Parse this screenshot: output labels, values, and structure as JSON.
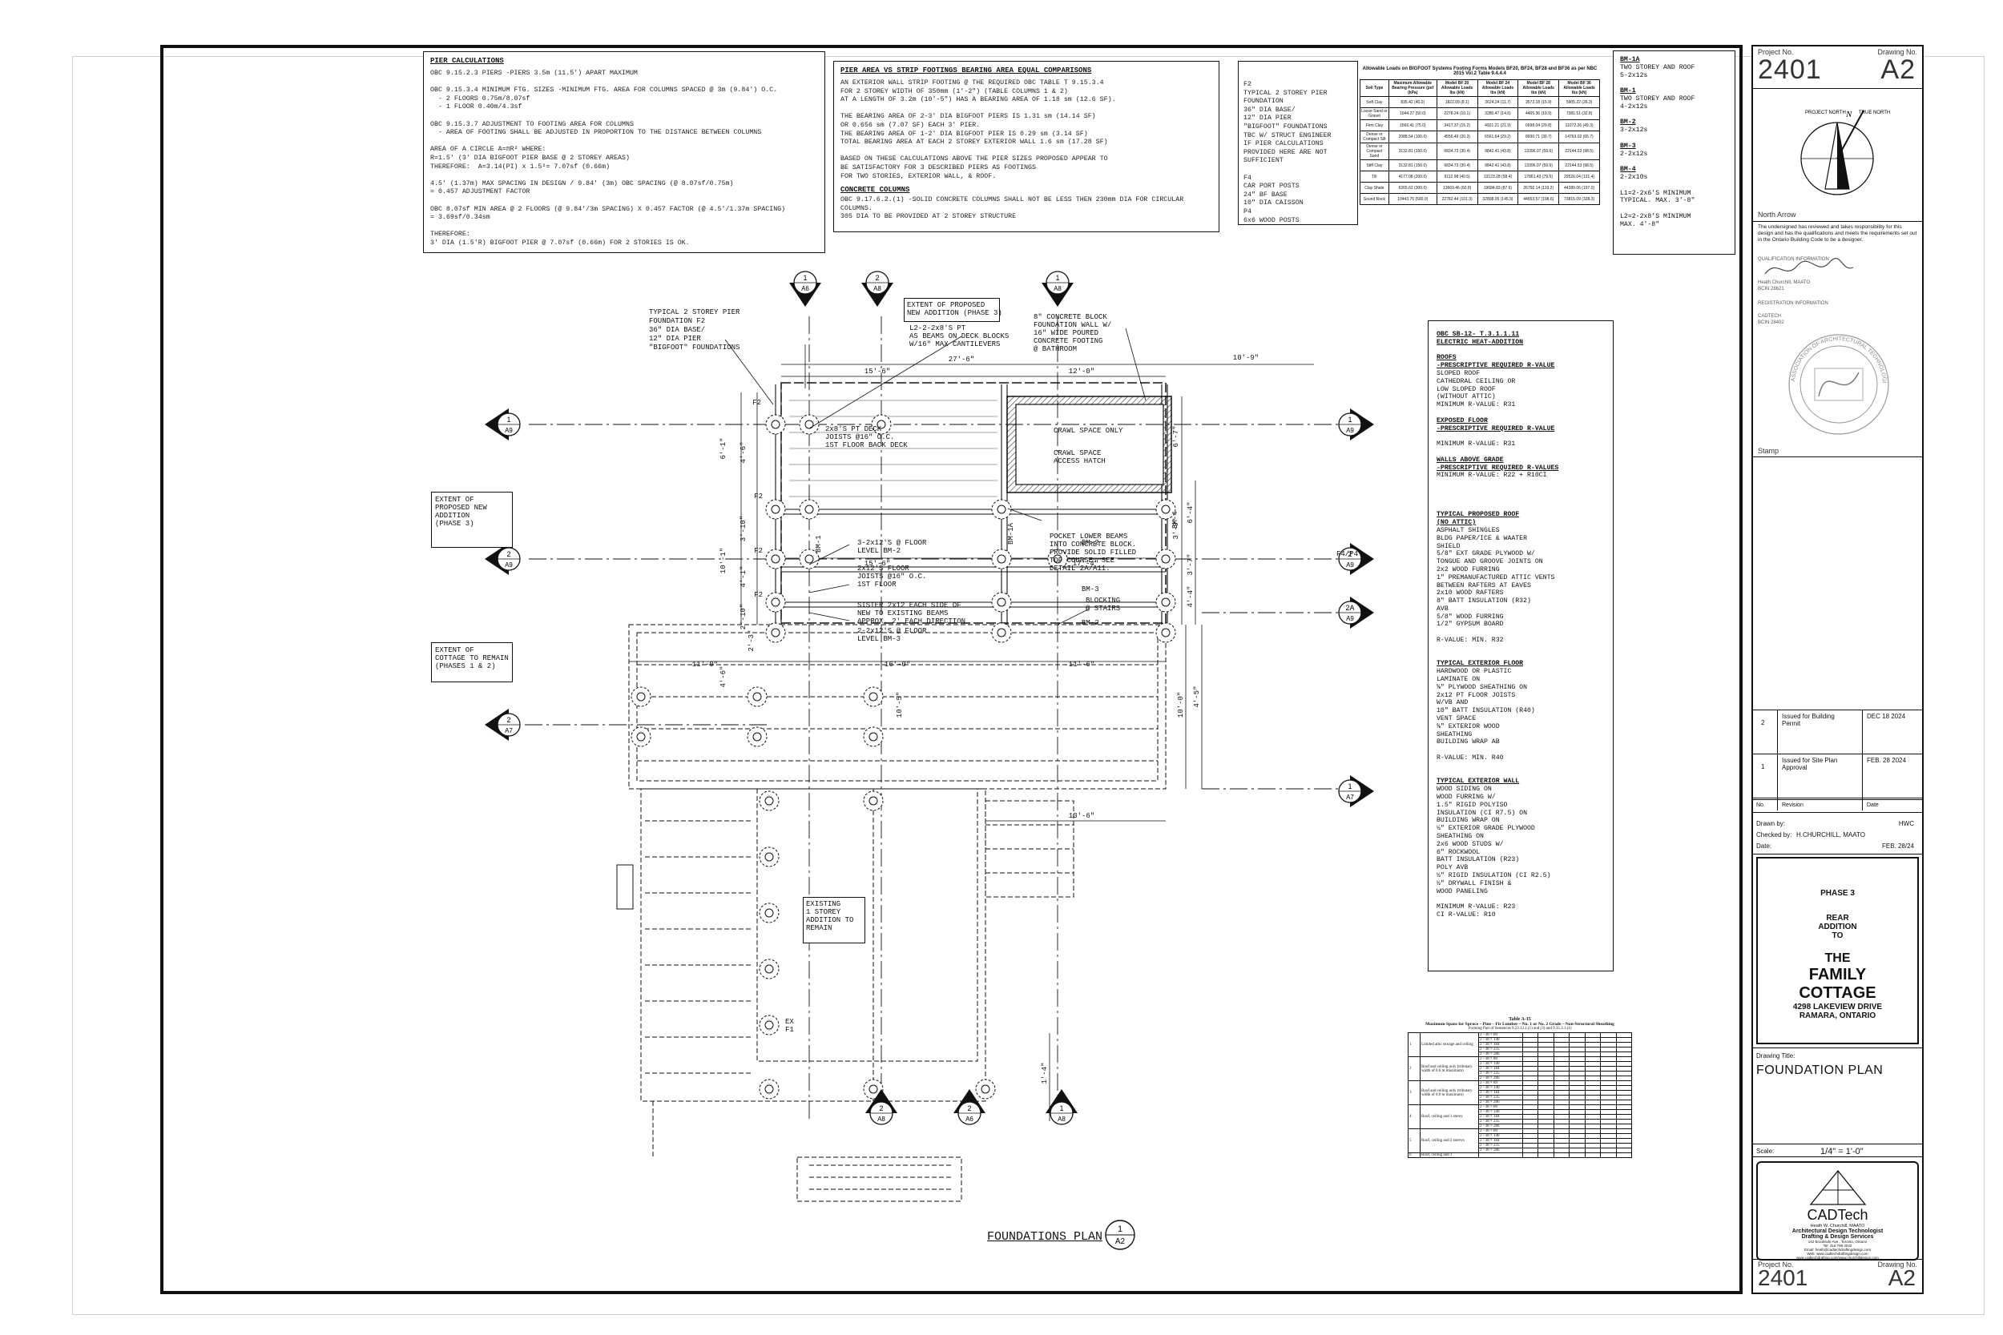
{
  "pier_calc": {
    "title": "PIER CALCULATIONS",
    "lines": [
      "OBC 9.15.2.3 PIERS -PIERS 3.5m (11.5') APART MAXIMUM",
      "",
      "OBC 9.15.3.4 MINIMUM FTG. SIZES -MINIMUM FTG. AREA FOR COLUMNS SPACED @ 3m (9.84') O.C.",
      "  - 2 FLOORS 0.75m/8.07sf",
      "  - 1 FLOOR 0.40m/4.3sf",
      "",
      "OBC 9.15.3.7 ADJUSTMENT TO FOOTING AREA FOR COLUMNS",
      "  - AREA OF FOOTING SHALL BE ADJUSTED IN PROPORTION TO THE DISTANCE BETWEEN COLUMNS",
      "",
      "AREA OF A CIRCLE A=πR² WHERE:",
      "R=1.5' (3' DIA BIGFOOT PIER BASE @ 2 STOREY AREAS)",
      "THEREFORE:  A=3.14(PI) x 1.5²= 7.07sf (0.66m)",
      "",
      "4.5' (1.37m) MAX SPACING IN DESIGN / 9.84' (3m) OBC SPACING (@ 8.07sf/0.75m)",
      "= 0.457 ADJUSTMENT FACTOR",
      "",
      "OBC 8.07sf MIN AREA @ 2 FLOORS (@ 9.84'/3m SPACING) X 0.457 FACTOR (@ 4.5'/1.37m SPACING)",
      "= 3.69sf/0.34sm",
      "",
      "THEREFORE:",
      "3' DIA (1.5'R) BIGFOOT PIER @ 7.07sf (0.66m) FOR 2 STORIES IS OK."
    ]
  },
  "pier_area": {
    "title": "PIER AREA VS STRIP FOOTINGS BEARING AREA EQUAL COMPARISONS",
    "lines": [
      "AN EXTERIOR WALL STRIP FOOTING @ THE REQUIRED OBC TABLE T 9.15.3.4",
      "FOR 2 STOREY WIDTH OF 350mm (1'-2\") (TABLE COLUMNS 1 & 2)",
      "AT A LENGTH OF 3.2m (10'-5\") HAS A BEARING AREA OF 1.18 sm (12.6 SF).",
      "",
      "THE BEARING AREA OF 2-3' DIA BIGFOOT PIERS IS 1.31 sm (14.14 SF)",
      "OR 0.656 sm (7.07 SF) EACH 3' PIER.",
      "THE BEARING AREA OF 1-2' DIA BIGFOOT PIER IS 0.29 sm (3.14 SF)",
      "TOTAL BEARING AREA AT EACH 2 STOREY EXTERIOR WALL 1.6 sm (17.28 SF)",
      "",
      "BASED ON THESE CALCULATIONS ABOVE THE PIER SIZES PROPOSED APPEAR TO",
      "BE SATISFACTORY FOR 3 DESCRIBED PIERS AS FOOTINGS",
      "FOR TWO STORIES, EXTERIOR WALL, & ROOF."
    ],
    "sub_title": "CONCRETE COLUMNS",
    "sub_lines": [
      "OBC 9.17.6.2.(1) -SOLID CONCRETE COLUMNS SHALL NOT BE LESS THEN 230mm DIA FOR CIRCULAR",
      "COLUMNS.",
      "305 DIA TO BE PROVIDED AT 2 STOREY STRUCTURE"
    ]
  },
  "foundation_legend": {
    "lines": [
      "F2",
      "TYPICAL 2 STOREY PIER",
      "FOUNDATION",
      "36\" DIA BASE/",
      "12\" DIA PIER",
      "\"BIGFOOT\" FOUNDATIONS",
      "TBC W/ STRUCT ENGINEER",
      "IF PIER CALCULATIONS",
      "PROVIDED HERE ARE NOT",
      "SUFFICIENT",
      "",
      "F4",
      "CAR PORT POSTS",
      "24\" BF BASE",
      "10\" DIA CAISSON",
      "P4",
      "6x6 WOOD POSTS"
    ]
  },
  "allowable": {
    "title": "Allowable Loads on BIGFOOT Systems Footing Forms Models BF20, BF24, BF28 and BF36 as per NBC 2015 Vol.2 Table 9.4.4.4",
    "headers": [
      "Soil Type",
      "Maximum Allowable Bearing Pressure (psf (kPa)",
      "Model BF 20 Allowable Loads lbs (kN)",
      "Model BF 24 Allowable Loads lbs (kN)",
      "Model BF 28 Allowable Loads lbs (kN)",
      "Model BF 36 Allowable Loads lbs (kN)"
    ],
    "rows": [
      [
        "Soft Clay",
        "835.42 (40.0)",
        "1822.09 (8.1)",
        "2624.24 (11.7)",
        "3572.18 (15.9)",
        "5905.22 (26.3)"
      ],
      [
        "Loose Sand or Gravel",
        "1044.27 (50.0)",
        "2278.24 (10.1)",
        "3280.47 (14.6)",
        "4465.36 (19.9)",
        "7381.51 (32.8)"
      ],
      [
        "Firm Clay",
        "1566.41 (75.0)",
        "3417.37 (15.2)",
        "4921.21 (21.9)",
        "6698.04 (29.8)",
        "11072.26 (49.3)"
      ],
      [
        "Dense or Compact Silt",
        "2088.54 (100.0)",
        "4556.49 (20.3)",
        "6561.64 (29.2)",
        "8930.71 (39.7)",
        "14763.02 (65.7)"
      ],
      [
        "Dense or Compact Sand",
        "3132.81 (150.0)",
        "6834.73 (30.4)",
        "9842.41 (43.8)",
        "13396.07 (59.6)",
        "22144.53 (98.5)"
      ],
      [
        "Stiff Clay",
        "3132.81 (150.0)",
        "6834.73 (30.4)",
        "9842.41 (43.8)",
        "13396.07 (59.6)",
        "22144.53 (98.5)"
      ],
      [
        "Till",
        "4177.08 (200.0)",
        "9112.98 (40.5)",
        "13123.28 (58.4)",
        "17861.43 (79.5)",
        "29526.04 (131.4)"
      ],
      [
        "Clay Shale",
        "6265.62 (300.0)",
        "13669.46 (60.8)",
        "19684.83 (87.6)",
        "26792.14 (119.2)",
        "44289.06 (197.0)"
      ],
      [
        "Sound Rock",
        "10443.70 (500.0)",
        "22782.44 (101.3)",
        "32808.05 (145.9)",
        "44653.57 (198.6)",
        "73815.09 (328.3)"
      ]
    ]
  },
  "beams": {
    "lines": [
      {
        "t": "BM-1A",
        "u": true
      },
      {
        "t": "TWO STOREY AND ROOF",
        "u": false
      },
      {
        "t": "5-2x12s",
        "u": false
      },
      {
        "t": "",
        "u": false
      },
      {
        "t": "BM-1",
        "u": true
      },
      {
        "t": "TWO STOREY AND ROOF",
        "u": false
      },
      {
        "t": "4-2x12s",
        "u": false
      },
      {
        "t": "",
        "u": false
      },
      {
        "t": "BM-2",
        "u": true
      },
      {
        "t": "3-2x12s",
        "u": false
      },
      {
        "t": "",
        "u": false
      },
      {
        "t": "BM-3",
        "u": true
      },
      {
        "t": "2-2x12s",
        "u": false
      },
      {
        "t": "",
        "u": false
      },
      {
        "t": "BM-4",
        "u": true
      },
      {
        "t": "2-2x10s",
        "u": false
      },
      {
        "t": "",
        "u": false
      },
      {
        "t": "L1=2-2x6'S MINIMUM",
        "u": false
      },
      {
        "t": "TYPICAL. MAX. 3'-8\"",
        "u": false
      },
      {
        "t": "",
        "u": false
      },
      {
        "t": "L2=2-2x8'S MINIMUM",
        "u": false
      },
      {
        "t": "MAX. 4'-8\"",
        "u": false
      }
    ]
  },
  "energy": {
    "lines": [
      {
        "t": "OBC SB-12- T.3.1.1.11",
        "u": true
      },
      {
        "t": "ELECTRIC HEAT-ADDITION",
        "u": true
      },
      {
        "t": "",
        "u": false
      },
      {
        "t": "ROOFS",
        "u": true
      },
      {
        "t": "-PRESCRIPTIVE REQUIRED R-VALUE",
        "u": true
      },
      {
        "t": "SLOPED ROOF",
        "u": false
      },
      {
        "t": "CATHEDRAL CEILING OR",
        "u": false
      },
      {
        "t": "LOW SLOPED ROOF",
        "u": false
      },
      {
        "t": "(WITHOUT ATTIC)",
        "u": false
      },
      {
        "t": "MINIMUM R-VALUE: R31",
        "u": false
      },
      {
        "t": "",
        "u": false
      },
      {
        "t": "EXPOSED FLOOR",
        "u": true
      },
      {
        "t": "-PRESCRIPTIVE REQUIRED R-VALUE",
        "u": true
      },
      {
        "t": "",
        "u": false
      },
      {
        "t": "MINIMUM R-VALUE: R31",
        "u": false
      },
      {
        "t": "",
        "u": false
      },
      {
        "t": "WALLS ABOVE GRADE",
        "u": true
      },
      {
        "t": "-PRESCRIPTIVE REQUIRED R-VALUES",
        "u": true
      },
      {
        "t": "MINIMUM R-VALUE: R22 + R10CI",
        "u": false
      },
      {
        "t": "",
        "u": false
      },
      {
        "t": "",
        "u": false
      },
      {
        "t": "",
        "u": false
      },
      {
        "t": "",
        "u": false
      },
      {
        "t": "TYPICAL PROPOSED ROOF",
        "u": true
      },
      {
        "t": "(NO ATTIC)",
        "u": true
      },
      {
        "t": "ASPHALT SHINGLES",
        "u": false
      },
      {
        "t": "BLDG PAPER/ICE & WAATER",
        "u": false
      },
      {
        "t": "SHIELD",
        "u": false
      },
      {
        "t": "5/8\" EXT GRADE PLYWOOD W/",
        "u": false
      },
      {
        "t": "TONGUE AND GROOVE JOINTS ON",
        "u": false
      },
      {
        "t": "2x2 WOOD FURRING",
        "u": false
      },
      {
        "t": "1\" PREMANUFACTURED ATTIC VENTS",
        "u": false
      },
      {
        "t": "BETWEEN RAFTERS AT EAVES",
        "u": false
      },
      {
        "t": "2x10 WOOD RAFTERS",
        "u": false
      },
      {
        "t": "8\" BATT INSULATION (R32)",
        "u": false
      },
      {
        "t": "AVB",
        "u": false
      },
      {
        "t": "5/8\" WOOD FURRING",
        "u": false
      },
      {
        "t": "1/2\" GYPSUM BOARD",
        "u": false
      },
      {
        "t": "",
        "u": false
      },
      {
        "t": "R-VALUE: MIN. R32",
        "u": false
      },
      {
        "t": "",
        "u": false
      },
      {
        "t": "",
        "u": false
      },
      {
        "t": "TYPICAL EXTERIOR FLOOR",
        "u": true
      },
      {
        "t": "HARDWOOD OR PLASTIC",
        "u": false
      },
      {
        "t": "LAMINATE ON",
        "u": false
      },
      {
        "t": "⅝\" PLYWOOD SHEATHING ON",
        "u": false
      },
      {
        "t": "2x12 PT FLOOR JOISTS",
        "u": false
      },
      {
        "t": "W/VB AND",
        "u": false
      },
      {
        "t": "10\" BATT INSULATION (R40)",
        "u": false
      },
      {
        "t": "VENT SPACE",
        "u": false
      },
      {
        "t": "⅝\" EXTERIOR WOOD",
        "u": false
      },
      {
        "t": "SHEATHING",
        "u": false
      },
      {
        "t": "BUILDING WRAP AB",
        "u": false
      },
      {
        "t": "",
        "u": false
      },
      {
        "t": "R-VALUE: MIN. R40",
        "u": false
      },
      {
        "t": "",
        "u": false
      },
      {
        "t": "",
        "u": false
      },
      {
        "t": "TYPICAL EXTERIOR WALL",
        "u": true
      },
      {
        "t": "WOOD SIDING ON",
        "u": false
      },
      {
        "t": "WOOD FURRING W/",
        "u": false
      },
      {
        "t": "1.5\" RIGID POLYISO",
        "u": false
      },
      {
        "t": "INSULATION (CI R7.5) ON",
        "u": false
      },
      {
        "t": "BUILDING WRAP ON",
        "u": false
      },
      {
        "t": "½\" EXTERIOR GRADE PLYWOOD",
        "u": false
      },
      {
        "t": "SHEATHING ON",
        "u": false
      },
      {
        "t": "2x6 WOOD STUDS W/",
        "u": false
      },
      {
        "t": "6\" ROCKWOOL",
        "u": false
      },
      {
        "t": "BATT INSULATION (R23)",
        "u": false
      },
      {
        "t": "POLY AVB",
        "u": false
      },
      {
        "t": "½\" RIGID INSULATION (CI R2.5)",
        "u": false
      },
      {
        "t": "½\" DRYWALL FINISH &",
        "u": false
      },
      {
        "t": "WOOD PANELING",
        "u": false
      },
      {
        "t": "",
        "u": false
      },
      {
        "t": "MINIMUM R-VALUE: R23",
        "u": false
      },
      {
        "t": "CI R-VALUE: R10",
        "u": false
      }
    ]
  },
  "span_table": {
    "title": "Table A-15",
    "subtitle": "Maximum Spans for Spruce – Pine – Fir Lumber – No. 1 or No. 2 Grade – Non-Structural Sheathing",
    "subtitle2": "Forming Part of Sentences 9.23.13.1.(1) and (3) and 9.35.3.1.(1)",
    "groups": [
      {
        "no": "1",
        "label": "Limited attic storage and ceiling",
        "rows": [
          "2 - 38 × 89",
          "2 - 38 × 140",
          "2 - 38 × 184",
          "2 - 38 × 235",
          "2 - 38 × 286"
        ]
      },
      {
        "no": "2",
        "label": "Roof and ceiling only (tributary width of 0.6 m maximum)",
        "rows": [
          "2 - 38 × 89",
          "2 - 38 × 140",
          "2 - 38 × 184",
          "2 - 38 × 235",
          "2 - 38 × 286"
        ]
      },
      {
        "no": "3",
        "label": "Roof and ceiling only (tributary width of 0.9 m maximum)",
        "rows": [
          "2 - 38 × 89",
          "2 - 38 × 140",
          "2 - 38 × 184",
          "2 - 38 × 235",
          "2 - 38 × 286"
        ]
      },
      {
        "no": "4",
        "label": "Roof, ceiling and 1 storey",
        "rows": [
          "2 - 38 × 89",
          "2 - 38 × 140",
          "2 - 38 × 184",
          "2 - 38 × 235",
          "2 - 38 × 286"
        ]
      },
      {
        "no": "5",
        "label": "Roof, ceiling and 2 storeys",
        "rows": [
          "2 - 38 × 89",
          "2 - 38 × 140",
          "2 - 38 × 184",
          "2 - 38 × 235",
          "2 - 38 × 286"
        ]
      },
      {
        "no": "6",
        "label": "Roof, ceiling and 3",
        "rows": []
      }
    ]
  },
  "plan": {
    "title": "FOUNDATIONS PLAN",
    "title_ref_num": "1",
    "title_ref_sheet": "A2",
    "labels": {
      "typical_pier": [
        "TYPICAL 2 STOREY PIER",
        "FOUNDATION F2",
        "36\" DIA BASE/",
        "12\" DIA PIER",
        "\"BIGFOOT\" FOUNDATIONS"
      ],
      "extent_top": [
        "EXTENT OF PROPOSED",
        "NEW ADDITION (PHASE 3)"
      ],
      "beams_on_deck": [
        "L2-2-2x8'S PT",
        "AS BEAMS ON DECK BLOCKS",
        "W/16\" MAX CANTILEVERS"
      ],
      "block_wall": [
        "8\" CONCRETE BLOCK",
        "FOUNDATION WALL W/",
        "16\" WIDE POURED",
        "CONCRETE FOOTING",
        "@ BATHROOM"
      ],
      "extent_left": [
        "EXTENT OF",
        "PROPOSED NEW",
        "ADDITION",
        "(PHASE 3)"
      ],
      "extent_cottage": [
        "EXTENT OF",
        "COTTAGE TO REMAIN",
        "(PHASES 1 & 2)"
      ],
      "crawl": "CRAWL SPACE ONLY",
      "crawl_hatch": [
        "CRAWL SPACE",
        "ACCESS HATCH"
      ],
      "deck_joists": [
        "2x8'S PT DECK",
        "JOISTS @16\" O.C.",
        "1ST FLOOR BACK DECK"
      ],
      "pocket": [
        "POCKET LOWER BEAMS",
        "INTO CONCRETE BLOCK.",
        "PROVIDE SOLID FILLED",
        "TOP COURSE. SEE",
        "DETAIL 2A/A11."
      ],
      "floor_bm2": [
        "3-2x12'S @ FLOOR",
        "LEVEL BM-2"
      ],
      "floor_joists": [
        "2x12'S FLOOR",
        "JOISTS @16\" O.C.",
        "1ST FLOOR"
      ],
      "sister": [
        "SISTER 2x12 EACH SIDE OF",
        "NEW TO EXISTING BEAMS",
        "APPROX. 2' EACH DIRECTION"
      ],
      "floor_bm3": [
        "2-2x12'S @ FLOOR",
        "LEVEL BM-3"
      ],
      "blocking": [
        "BLOCKING",
        "@ STAIRS"
      ],
      "existing_addition": [
        "EXISTING",
        "1 STOREY",
        "ADDITION TO",
        "REMAIN"
      ],
      "f4p4": "F4/P4",
      "ex_f1": [
        "EX",
        "F1"
      ],
      "bm2": "BM-2",
      "bm3": "BM-3",
      "dims": {
        "d1": "27'-6\"",
        "d2": "15'-6\"",
        "d3": "12'-0\"",
        "d4": "10'-9\"",
        "d5": "15'-6\"",
        "d6": "17'-4\"",
        "d7": "11'-0\"",
        "d8": "16'-0\"",
        "d9": "11'-6\"",
        "d10": "13'-6\"",
        "v1": "6'-1\"",
        "v2": "4'-6\"",
        "v3": "3'-10\"",
        "v4": "10'-1\"",
        "v5": "4'-1\"",
        "v6": "2'-10\"",
        "v7": "2'-3\"",
        "v8": "10'-5\"",
        "v9": "6'-7\"",
        "v10": "6'-4\"",
        "v11": "3'-7\"",
        "v12": "4'-4\"",
        "v13": "4'-5\"",
        "v14": "3'-9\"",
        "v15": "1'-4\"",
        "v16": "10'-0\"",
        "v17": "4'-6\""
      }
    },
    "section_refs": [
      {
        "num": "1",
        "sheet": "A6"
      },
      {
        "num": "2",
        "sheet": "A8"
      },
      {
        "num": "1",
        "sheet": "A8"
      },
      {
        "num": "1",
        "sheet": "A9"
      },
      {
        "num": "2",
        "sheet": "A9"
      },
      {
        "num": "2A",
        "sheet": "A9"
      },
      {
        "num": "2",
        "sheet": "A7"
      },
      {
        "num": "1",
        "sheet": "A7"
      },
      {
        "num": "2",
        "sheet": "A8"
      },
      {
        "num": "2",
        "sheet": "A6"
      },
      {
        "num": "1",
        "sheet": "A8"
      }
    ],
    "pier_tag": "F2",
    "beam_tags": [
      "BM-1A",
      "BM-1",
      "BM-4"
    ]
  },
  "title_block": {
    "project_no_label": "Project No.",
    "drawing_no_label": "Drawing No.",
    "project_no": "2401",
    "drawing_no": "A2",
    "project_north": "PROJECT NORTH",
    "true_north": "TRUE NORTH",
    "north_arrow_label": "North Arrow",
    "certify": "The undersigned has reviewed and takes responsibility for this design and has the qualifications and meets the requirements set out in the Ontario Building Code to be a designer.",
    "qualification": "QUALIFICATION INFORMATION",
    "designer": "Heath Churchill, MAATO",
    "bcin1": "BCIN 28621",
    "registration": "REGISTRATION INFORMATION",
    "firm": "CADTECH",
    "bcin2": "BCIN 28402",
    "seal_text": "ASSOCIATION OF ARCHITECTURAL TECHNOLOGISTS OF ONTARIO",
    "stamp_label": "Stamp",
    "revisions": [
      {
        "no": "2",
        "rev": "Issued for Building Permit",
        "date": "DEC 18 2024"
      },
      {
        "no": "1",
        "rev": "Issued for Site Plan Approval",
        "date": "FEB. 28 2024"
      }
    ],
    "rev_no_label": "No.",
    "rev_label": "Revision",
    "rev_date_label": "Date",
    "drawn_by_label": "Drawn by:",
    "drawn_by": "HWC",
    "checked_by_label": "Checked by:",
    "checked_by": "H.CHURCHILL, MAATO",
    "date_label": "Date:",
    "date": "FEB. 28/24",
    "phase": "PHASE 3",
    "rear": "REAR",
    "addition": "ADDITION",
    "to": "TO",
    "the": "THE",
    "family": "FAMILY",
    "cottage": "COTTAGE",
    "address1": "4298 LAKEVIEW DRIVE",
    "address2": "RAMARA, ONTARIO",
    "drawing_title_label": "Drawing Title:",
    "drawing_title": "FOUNDATION PLAN",
    "scale_label": "Scale:",
    "scale": "1/4\" = 1'-0\"",
    "logo": "CADTech",
    "logo_l1": "Heath W. Churchill, MAATO",
    "logo_l2": "Architectural Design Technologist",
    "logo_l3": "Drafting & Design Services",
    "logo_l4": "142 Brookside Ave., Toronto, Ontario",
    "logo_l5": "Tel: 416 799 4042",
    "logo_l6": "Email: heath@cadtechdraftingdesign.com",
    "logo_l7": "Web: www.cadtechdraftingdesign.com",
    "logo_l8": "www.cadtechdrafting.com/www.churchilldesign.com",
    "colors": {
      "line": "#111111",
      "hatch": "#333333"
    }
  }
}
